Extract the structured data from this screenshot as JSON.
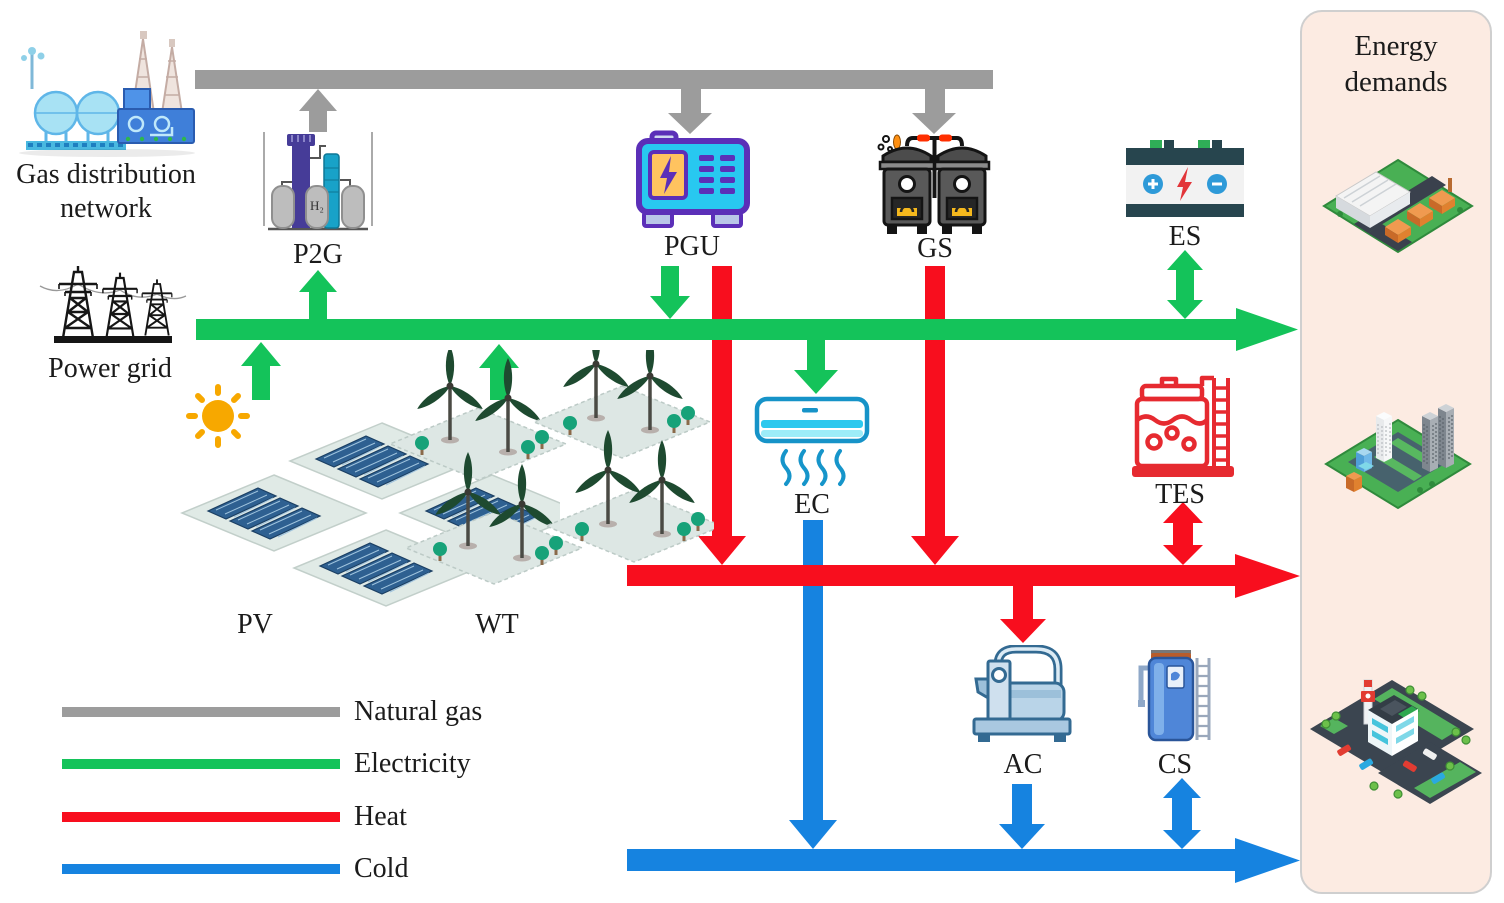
{
  "colors": {
    "natural_gas": "#9c9c9c",
    "electricity": "#14c35a",
    "heat": "#f80e1e",
    "cold": "#1683e0",
    "panel_bg": "#fcebe2"
  },
  "sources": {
    "gas_network": {
      "label": "Gas distribution network"
    },
    "power_grid": {
      "label": "Power grid"
    }
  },
  "nodes": {
    "p2g": {
      "label": "P2G",
      "tank_text": "H₂"
    },
    "pgu": {
      "label": "PGU"
    },
    "gs": {
      "label": "GS"
    },
    "es": {
      "label": "ES"
    },
    "ec": {
      "label": "EC"
    },
    "tes": {
      "label": "TES"
    },
    "ac": {
      "label": "AC"
    },
    "cs": {
      "label": "CS"
    },
    "pv": {
      "label": "PV"
    },
    "wt": {
      "label": "WT"
    }
  },
  "panel": {
    "title": "Energy demands"
  },
  "legend": {
    "items": [
      {
        "label": "Natural gas",
        "color": "#9c9c9c"
      },
      {
        "label": "Electricity",
        "color": "#14c35a"
      },
      {
        "label": "Heat",
        "color": "#f80e1e"
      },
      {
        "label": "Cold",
        "color": "#1683e0"
      }
    ]
  }
}
